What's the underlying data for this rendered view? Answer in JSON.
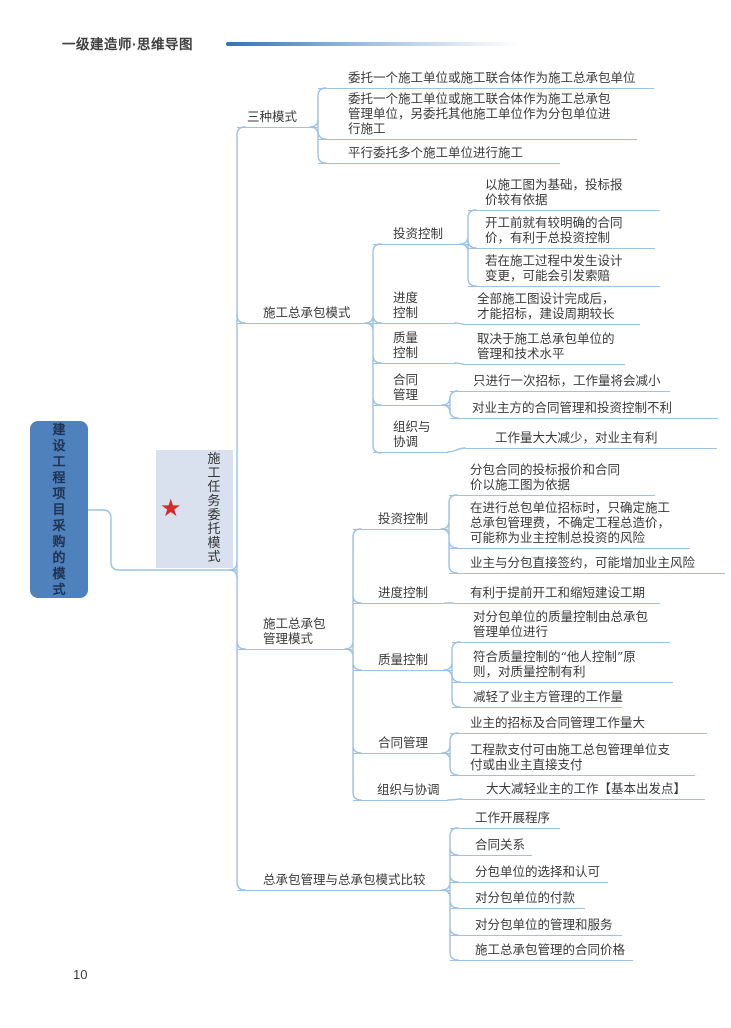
{
  "header": {
    "title": "一级建造师·思维导图"
  },
  "page": {
    "number": "10"
  },
  "root": {
    "label": "建设工程项目采购的模式"
  },
  "center": {
    "label": "施工任务委托模式",
    "star_icon": "★"
  },
  "colors": {
    "line": "#9cc2e5",
    "root_bg": "#4f81bd",
    "root_text": "#1f3252",
    "center_bg": "#d9e1ee",
    "star": "#d42a2a",
    "header_accent": "#2e74b5",
    "text": "#3a3a3a"
  },
  "branches": [
    {
      "label": "三种模式",
      "leaves": [
        "委托一个施工单位或施工联合体作为施工总承包单位",
        "委托一个施工单位或施工联合体作为施工总承包管理单位，另委托其他施工单位作为分包单位进行施工",
        "平行委托多个施工单位进行施工"
      ]
    },
    {
      "label": "施工总承包模式",
      "children": [
        {
          "label": "投资控制",
          "leaves": [
            "以施工图为基础，投标报价较有依据",
            "开工前就有较明确的合同价，有利于总投资控制",
            "若在施工过程中发生设计变更，可能会引发索赔"
          ]
        },
        {
          "label": "进度控制",
          "leaves": [
            "全部施工图设计完成后，才能招标，建设周期较长"
          ]
        },
        {
          "label": "质量控制",
          "leaves": [
            "取决于施工总承包单位的管理和技术水平"
          ]
        },
        {
          "label": "合同管理",
          "leaves": [
            "只进行一次招标，工作量将会减小",
            "对业主方的合同管理和投资控制不利"
          ]
        },
        {
          "label": "组织与协调",
          "leaves": [
            "工作量大大减少，对业主有利"
          ]
        }
      ]
    },
    {
      "label": "施工总承包管理模式",
      "children": [
        {
          "label": "投资控制",
          "leaves": [
            "分包合同的投标报价和合同价以施工图为依据",
            "在进行总包单位招标时，只确定施工总承包管理费，不确定工程总造价，可能称为业主控制总投资的风险",
            "业主与分包直接签约，可能增加业主风险"
          ]
        },
        {
          "label": "进度控制",
          "leaves": [
            "有利于提前开工和缩短建设工期"
          ]
        },
        {
          "label": "质量控制",
          "leaves": [
            "对分包单位的质量控制由总承包管理单位进行",
            "符合质量控制的“他人控制”原则，对质量控制有利",
            "减轻了业主方管理的工作量"
          ]
        },
        {
          "label": "合同管理",
          "leaves": [
            "业主的招标及合同管理工作量大",
            "工程款支付可由施工总包管理单位支付或由业主直接支付"
          ]
        },
        {
          "label": "组织与协调",
          "leaves": [
            "大大减轻业主的工作【基本出发点】"
          ]
        }
      ]
    },
    {
      "label": "总承包管理与总承包模式比较",
      "leaves": [
        "工作开展程序",
        "合同关系",
        "分包单位的选择和认可",
        "对分包单位的付款",
        "对分包单位的管理和服务",
        "施工总承包管理的合同价格"
      ]
    }
  ]
}
